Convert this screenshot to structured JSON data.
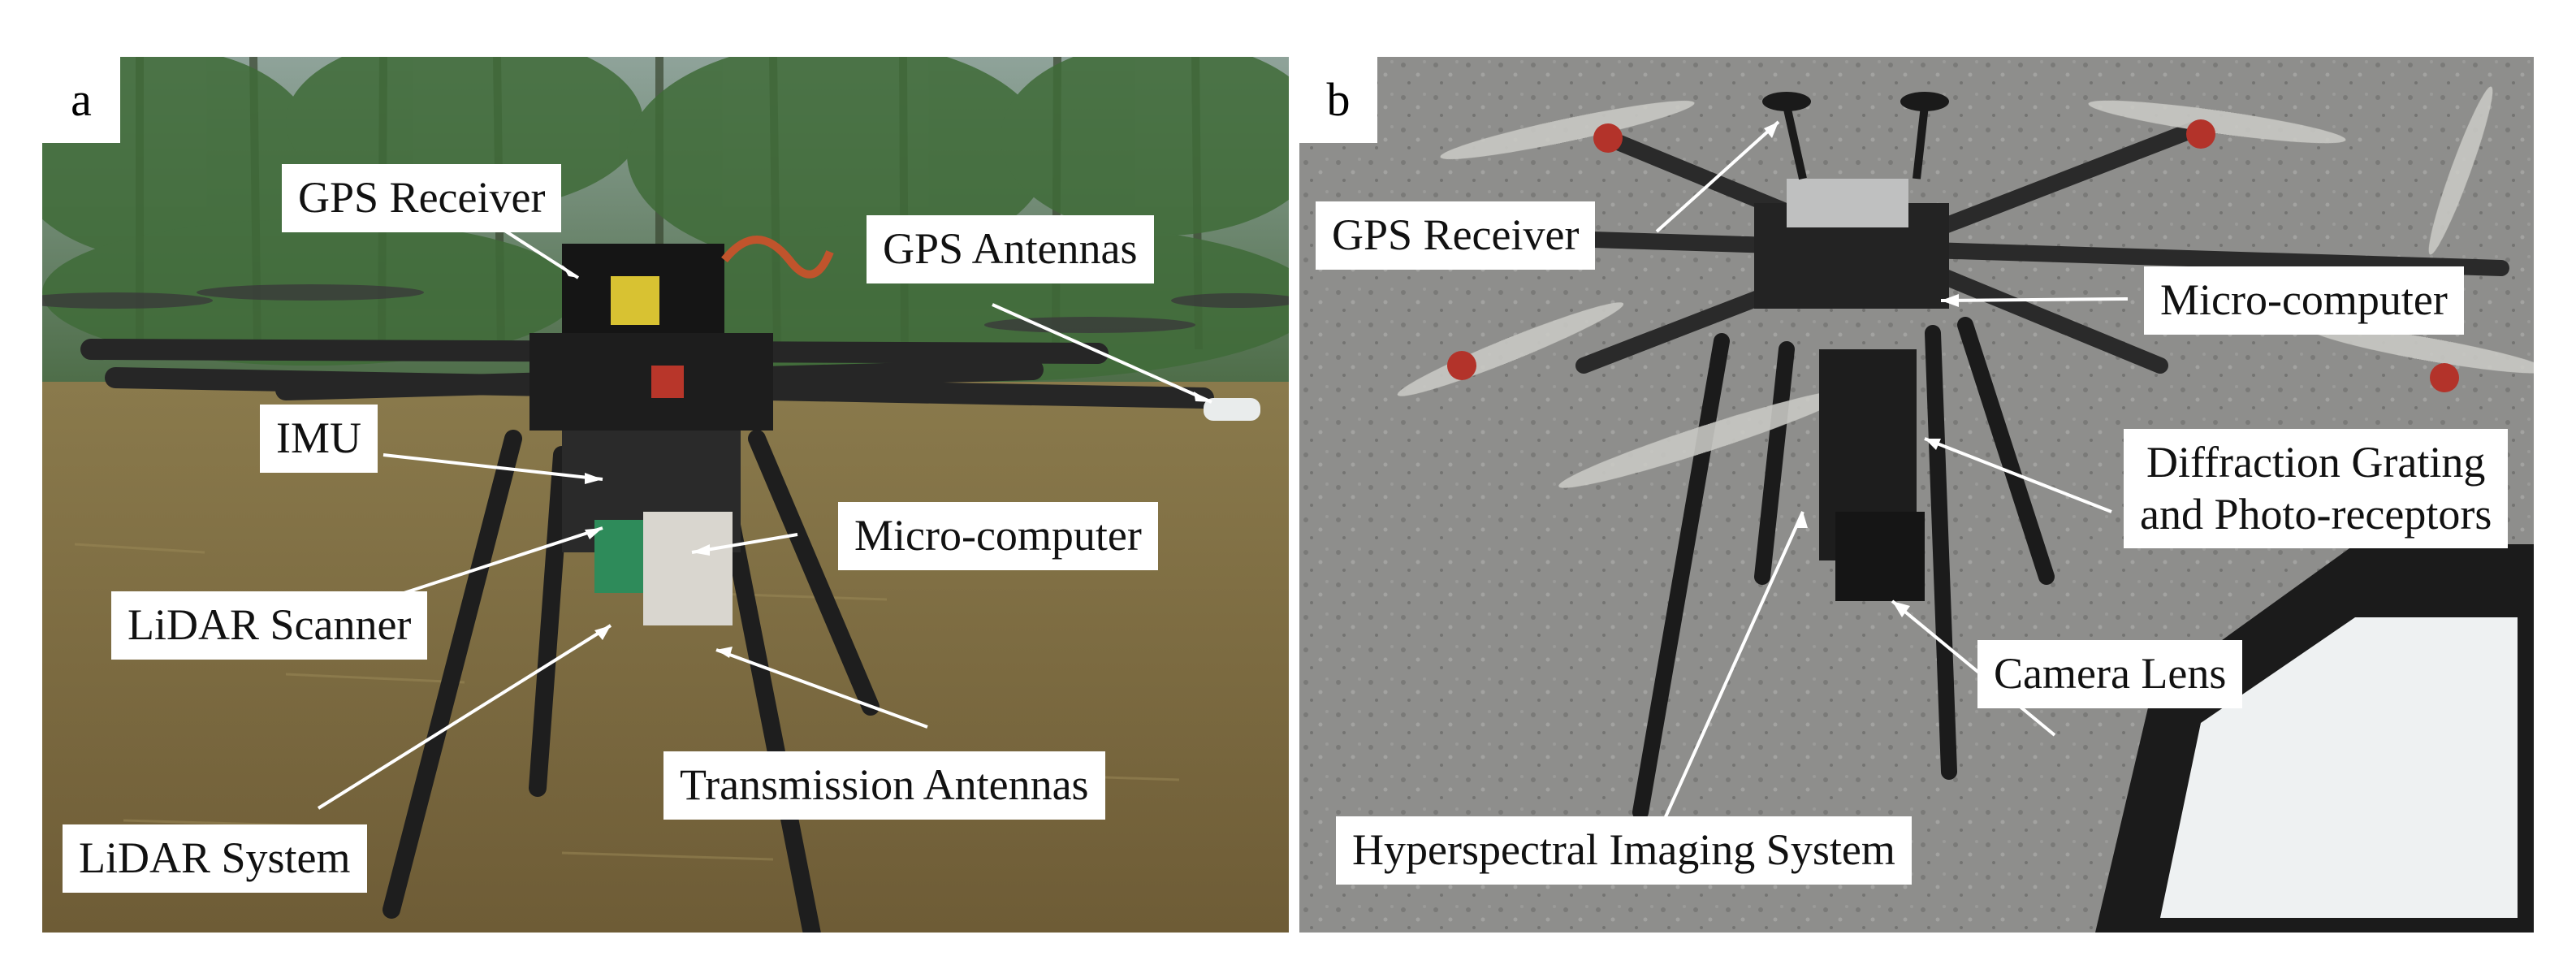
{
  "panels": [
    {
      "tag": "a",
      "labels": {
        "gps_receiver": "GPS Receiver",
        "gps_antennas": "GPS Antennas",
        "imu": "IMU",
        "micro_computer": "Micro-computer",
        "lidar_scanner": "LiDAR Scanner",
        "lidar_system": "LiDAR System",
        "transmission_antennas": "Transmission Antennas"
      }
    },
    {
      "tag": "b",
      "labels": {
        "gps_receiver": "GPS Receiver",
        "micro_computer": "Micro-computer",
        "diffraction_line1": "Diffraction Grating",
        "diffraction_line2": "and Photo-receptors",
        "camera_lens": "Camera Lens",
        "hyperspectral": "Hyperspectral Imaging System"
      }
    }
  ]
}
